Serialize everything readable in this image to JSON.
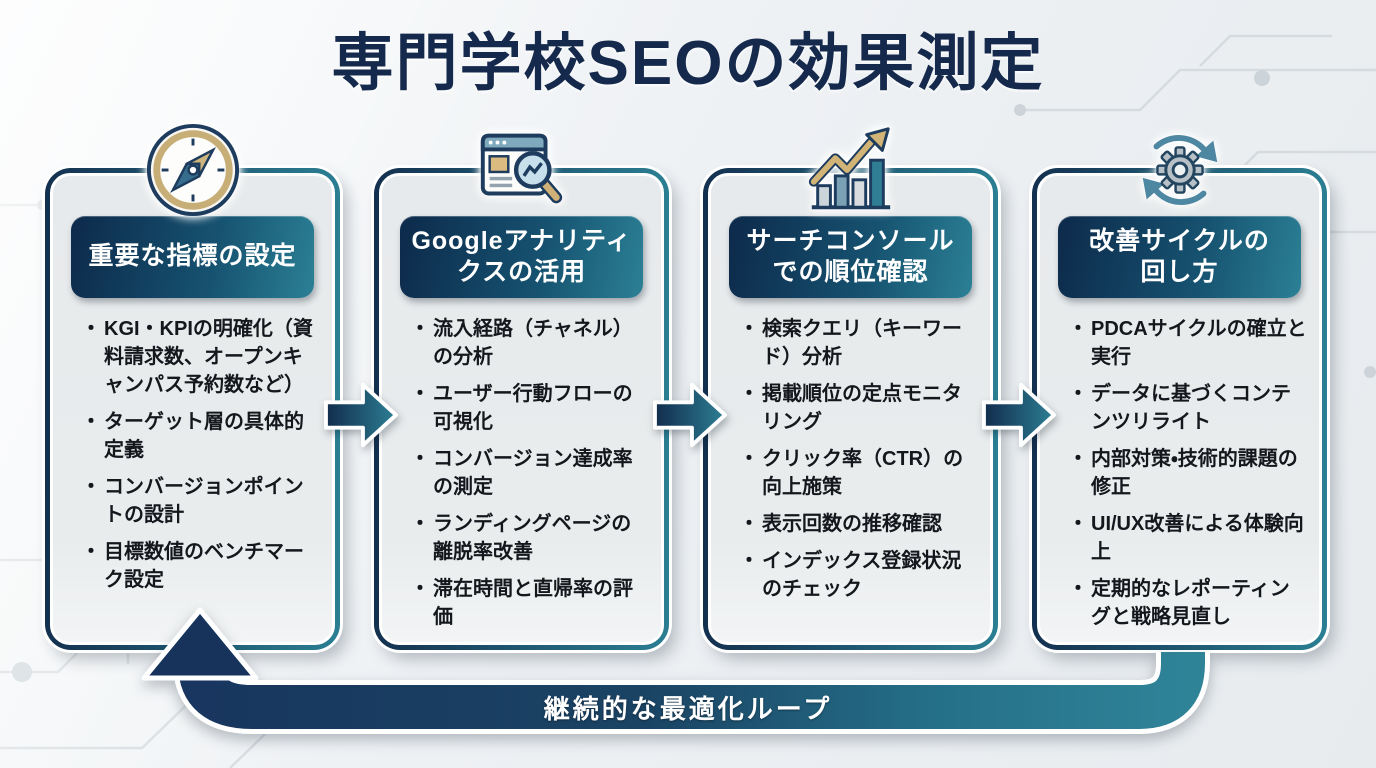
{
  "title": "専門学校SEOの効果測定",
  "columns": [
    {
      "icon": "compass-icon",
      "header_line1": "重要な指標の設定",
      "header_line2": "",
      "items": [
        "KGI・KPIの明確化（資料請求数、オープンキャンパス予約数など）",
        "ターゲット層の具体的定義",
        "コンバージョンポイントの設計",
        "目標数値のベンチマーク設定"
      ]
    },
    {
      "icon": "analytics-magnifier-icon",
      "header_line1": "Googleアナリティ",
      "header_line2": "クスの活用",
      "items": [
        "流入経路（チャネル）の分析",
        "ユーザー行動フローの可視化",
        "コンバージョン達成率の測定",
        "ランディングページの離脱率改善",
        "滞在時間と直帰率の評価"
      ]
    },
    {
      "icon": "ranking-chart-icon",
      "header_line1": "サーチコンソール",
      "header_line2": "での順位確認",
      "items": [
        "検索クエリ（キーワード）分析",
        "掲載順位の定点モニタリング",
        "クリック率（CTR）の向上施策",
        "表示回数の推移確認",
        "インデックス登録状況のチェック"
      ]
    },
    {
      "icon": "improvement-cycle-icon",
      "header_line1": "改善サイクルの",
      "header_line2": "回し方",
      "items": [
        "PDCAサイクルの確立と実行",
        "データに基づくコンテンツリライト",
        "内部対策・技術的課題の修正",
        "UI/UX改善による体験向上",
        "定期的なレポーティングと戦略見直し"
      ]
    }
  ],
  "loop_label": "継続的な最適化ループ",
  "colors": {
    "title_navy": "#15294c",
    "card_border_navy": "#13304f",
    "card_border_teal": "#2b7f93",
    "header_gradient_start": "#0d2a4b",
    "header_gradient_end": "#2b8095",
    "loop_navy": "#18365f",
    "loop_teal": "#2f8397",
    "icon_gold": "#cdb57e",
    "background": "#eef1f3"
  }
}
